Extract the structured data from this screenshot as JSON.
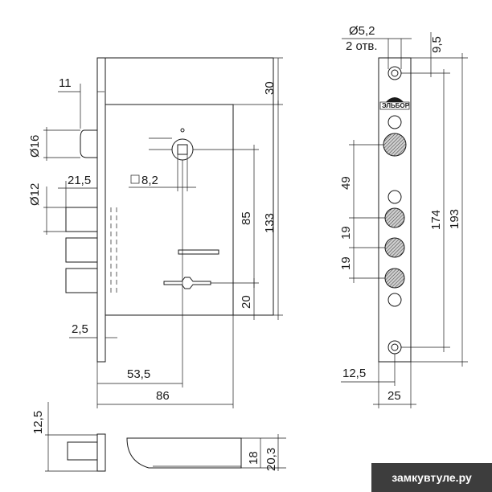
{
  "dimensions": {
    "d11": "11",
    "d16": "Ø16",
    "d12": "Ø12",
    "d21_5": "21,5",
    "d30": "30",
    "d8_2": "8,2",
    "d85": "85",
    "d133": "133",
    "d20": "20",
    "d2_5": "2,5",
    "d53_5": "53,5",
    "d86": "86",
    "d12_5_side": "12,5",
    "d18": "18",
    "d20_3": "20,3",
    "hole_dia": "Ø5,2",
    "hole_count": "2 отв.",
    "d9_5": "9,5",
    "d49": "49",
    "d19a": "19",
    "d19b": "19",
    "d174": "174",
    "d193": "193",
    "d12_5_plate": "12,5",
    "d25": "25"
  },
  "logo_text": "ЭЛЬБОР",
  "watermark": "замкувтуле.ру"
}
